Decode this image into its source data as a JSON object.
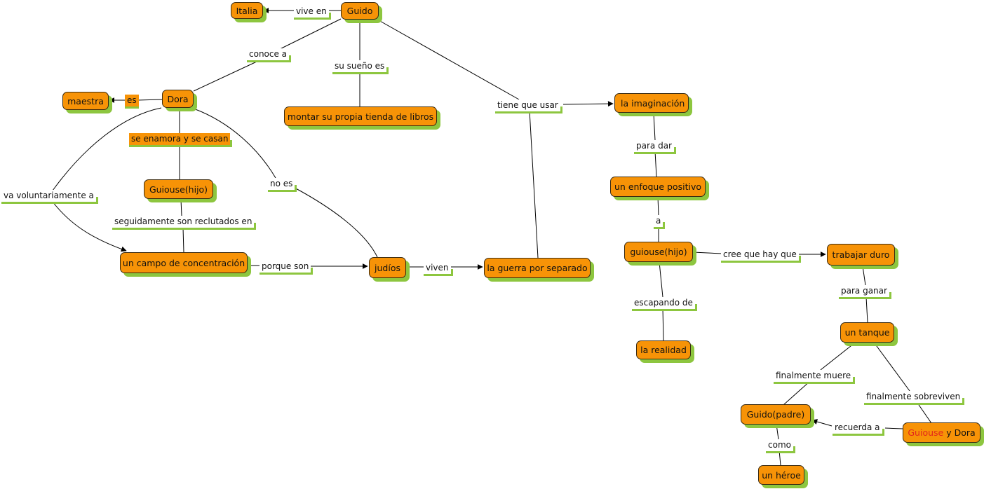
{
  "accent": "#f79307",
  "shadow_color": "#8dc63f",
  "nodes": {
    "italia": "Italia",
    "guido": "Guido",
    "maestra": "maestra",
    "dora": "Dora",
    "tienda": "montar su propia tienda de libros",
    "imaginacion": "la  imaginación",
    "hijo": "Guiouse(hijo)",
    "enfoque": "un enfoque positivo",
    "campo": "un campo de concentración",
    "judios": "judíos",
    "guerra": "la guerra por separado",
    "guiouse": "guiouse(hijo)",
    "trabajar": "trabajar duro",
    "realidad": "la realidad",
    "tanque": "un tanque",
    "guido_padre": "Guido(padre)",
    "guiouse_dora_a": "Guiouse",
    "guiouse_dora_b": " y Dora",
    "heroe": "un héroe"
  },
  "links": {
    "vive_en": "vive en",
    "conoce_a": "conoce a",
    "su_sueno": "su sueño es",
    "tiene_que_usar": "tiene que usar",
    "es": "es",
    "se_enamora": "se enamora y se casan",
    "va_voluntariamente": "va voluntariamente a",
    "no_es": "no es",
    "para_dar": "para dar",
    "seguidamente": "seguidamente son reclutados en",
    "a": "a",
    "porque_son": "porque son",
    "viven": "viven",
    "cree_que": "cree que hay que",
    "para_ganar": "para  ganar",
    "escapando_de": "escapando de",
    "finalmente_muere": "finalmente muere",
    "finalmente_sobreviven": "finalmente sobreviven",
    "recuerda_a": "recuerda a",
    "como": "como"
  }
}
